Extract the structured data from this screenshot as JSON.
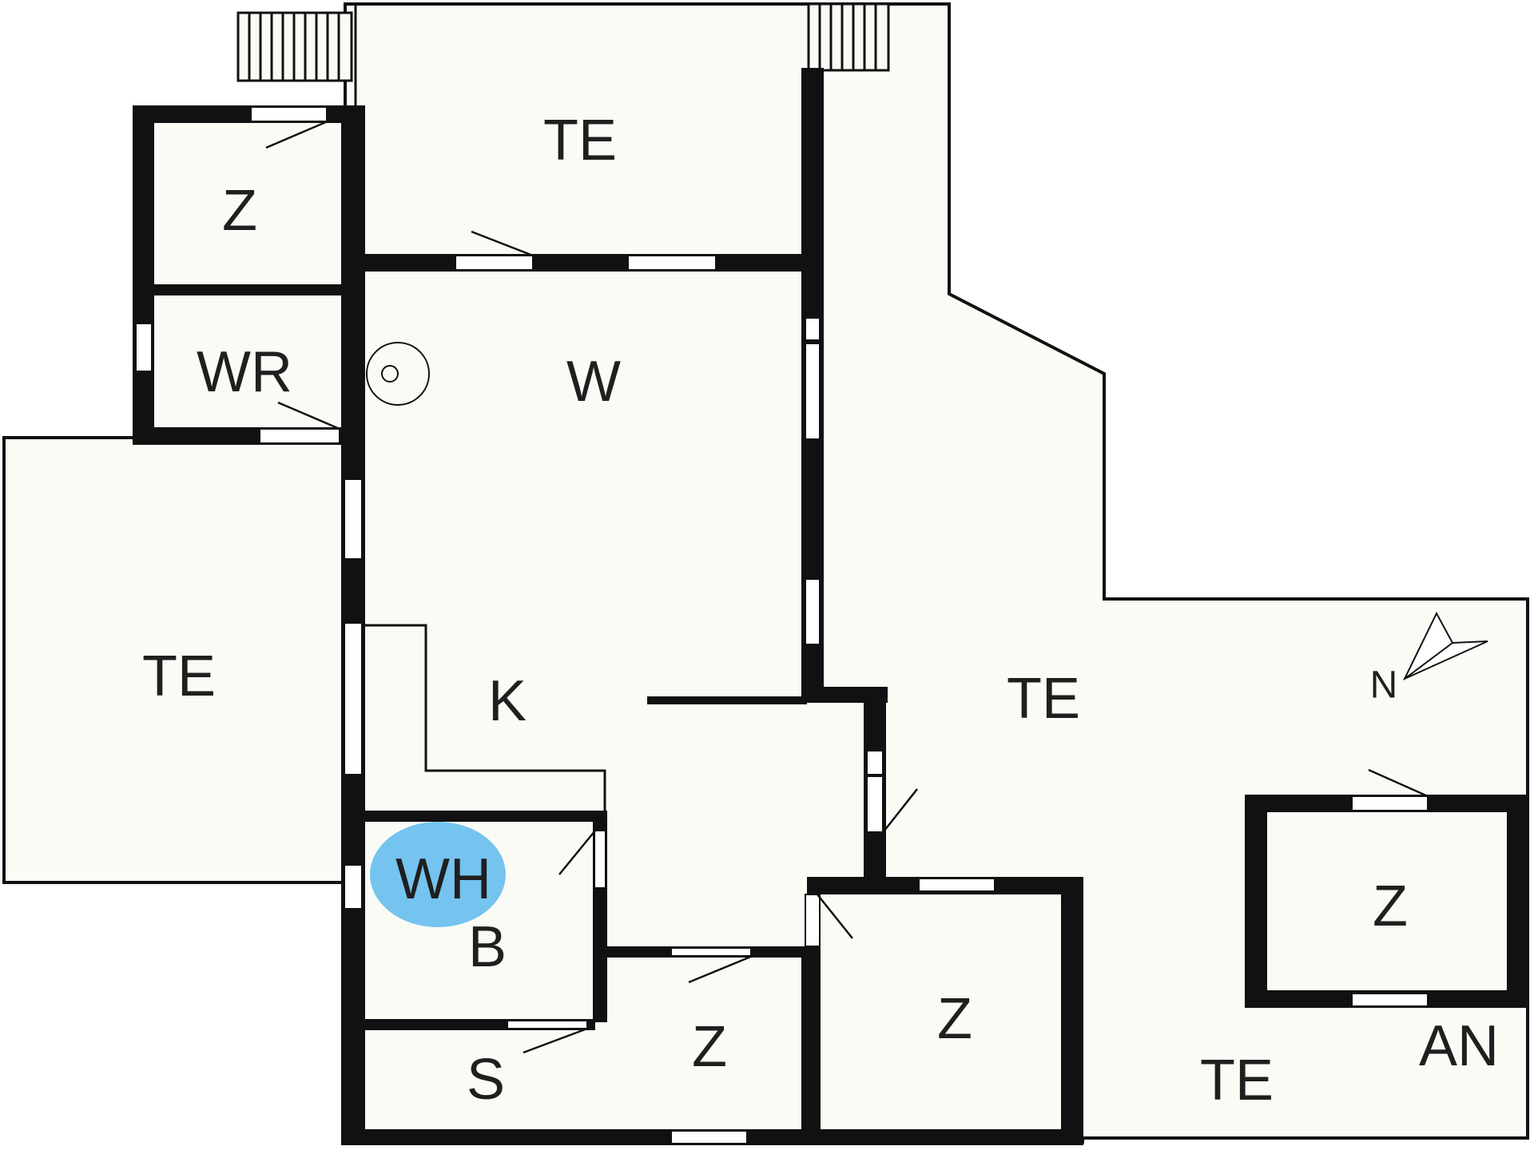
{
  "colors": {
    "floor": "#fbfbf6",
    "wall": "#111111",
    "window_fill": "#ffffff",
    "highlight": "#74c4ef",
    "text": "#1f1f1f"
  },
  "rooms": {
    "te_top": "TE",
    "z_top_left": "Z",
    "wr": "WR",
    "w": "W",
    "te_left": "TE",
    "k": "K",
    "te_right": "TE",
    "wh": "WH",
    "b": "B",
    "s": "S",
    "z_bottom_middle": "Z",
    "z_bottom_center": "Z",
    "z_right": "Z",
    "te_bottom": "TE",
    "an": "AN"
  },
  "compass": {
    "label": "N"
  }
}
